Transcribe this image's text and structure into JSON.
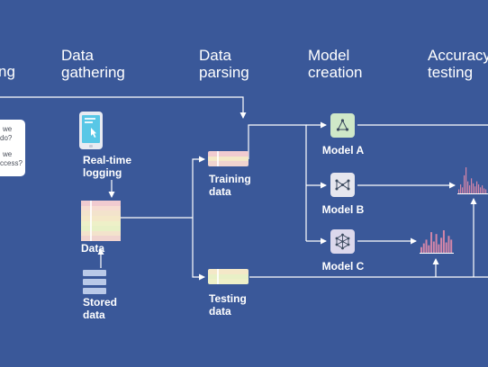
{
  "stages": {
    "collection_partial": "ng",
    "data_gathering": "Data\ngathering",
    "data_parsing": "Data\nparsing",
    "model_creation": "Model\ncreation",
    "accuracy_testing": "Accuracy\ntesting"
  },
  "question_card": {
    "lines": [
      "we",
      "do?",
      "we",
      "ccess?"
    ]
  },
  "labels": {
    "realtime_logging": "Real-time\nlogging",
    "data": "Data",
    "stored_data": "Stored\ndata",
    "training_data": "Training\ndata",
    "testing_data": "Testing\ndata"
  },
  "models": [
    {
      "label": "Model A",
      "color": "#cfe8c8",
      "icon": "triangle-graph-icon"
    },
    {
      "label": "Model B",
      "color": "#e6e6ee",
      "icon": "bowtie-graph-icon"
    },
    {
      "label": "Model C",
      "color": "#dcd8ec",
      "icon": "mesh-graph-icon"
    }
  ],
  "colors": {
    "background": "#3a5899",
    "line": "#ffffff",
    "histogram_bar": "#d486a8",
    "tablet_screen": "#58c7e6",
    "stored_data": "#b9c9e8"
  },
  "data_stripes": [
    "#f1cbd0",
    "#f7ddd2",
    "#f3e3cc",
    "#f4e8c8",
    "#eef0c8",
    "#e8f0c6",
    "#f3e3cc",
    "#f0d4cf"
  ],
  "training_stripes": [
    "#f1cbd0",
    "#f4e8c8",
    "#f0d4cf"
  ],
  "testing_stripes": [
    "#f4e8c8",
    "#e8f0c6",
    "#eef0c8"
  ],
  "histogram_b": [
    4,
    9,
    6,
    18,
    26,
    12,
    8,
    15,
    10,
    7,
    12,
    9,
    6,
    8,
    5,
    4
  ],
  "histogram_c": [
    6,
    10,
    14,
    8,
    22,
    12,
    20,
    9,
    16,
    24,
    11,
    18,
    14
  ]
}
